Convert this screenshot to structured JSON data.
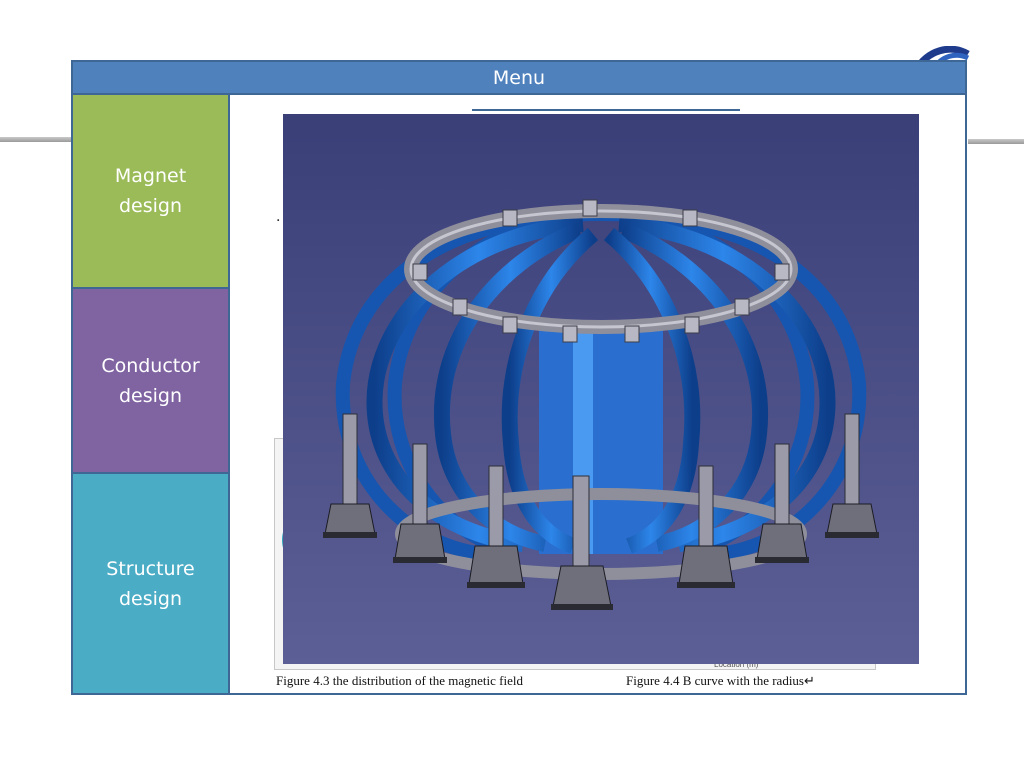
{
  "header": {
    "menu_title": "Menu"
  },
  "sidebar": {
    "items": [
      {
        "label": "Magnet design",
        "color": "#9bbb59"
      },
      {
        "label": "Conductor design",
        "color": "#8064a2"
      },
      {
        "label": "Structure design",
        "color": "#4bacc6"
      }
    ]
  },
  "document": {
    "fig_left_caption": "Figure 4.3 the distribution of the magnetic field",
    "fig_right_caption": "Figure 4.4 B curve with the radius↵",
    "location_label": "Location (m)"
  },
  "image": {
    "subject": "tokamak-magnet-coil-assembly-render",
    "background_top": "#3b3f78",
    "background_bottom": "#5b5f95",
    "coil_color": "#1f6fd1",
    "support_color": "#8f8f9c"
  },
  "theme": {
    "accent": "#4f81bd",
    "frame_border": "#3f6796"
  }
}
